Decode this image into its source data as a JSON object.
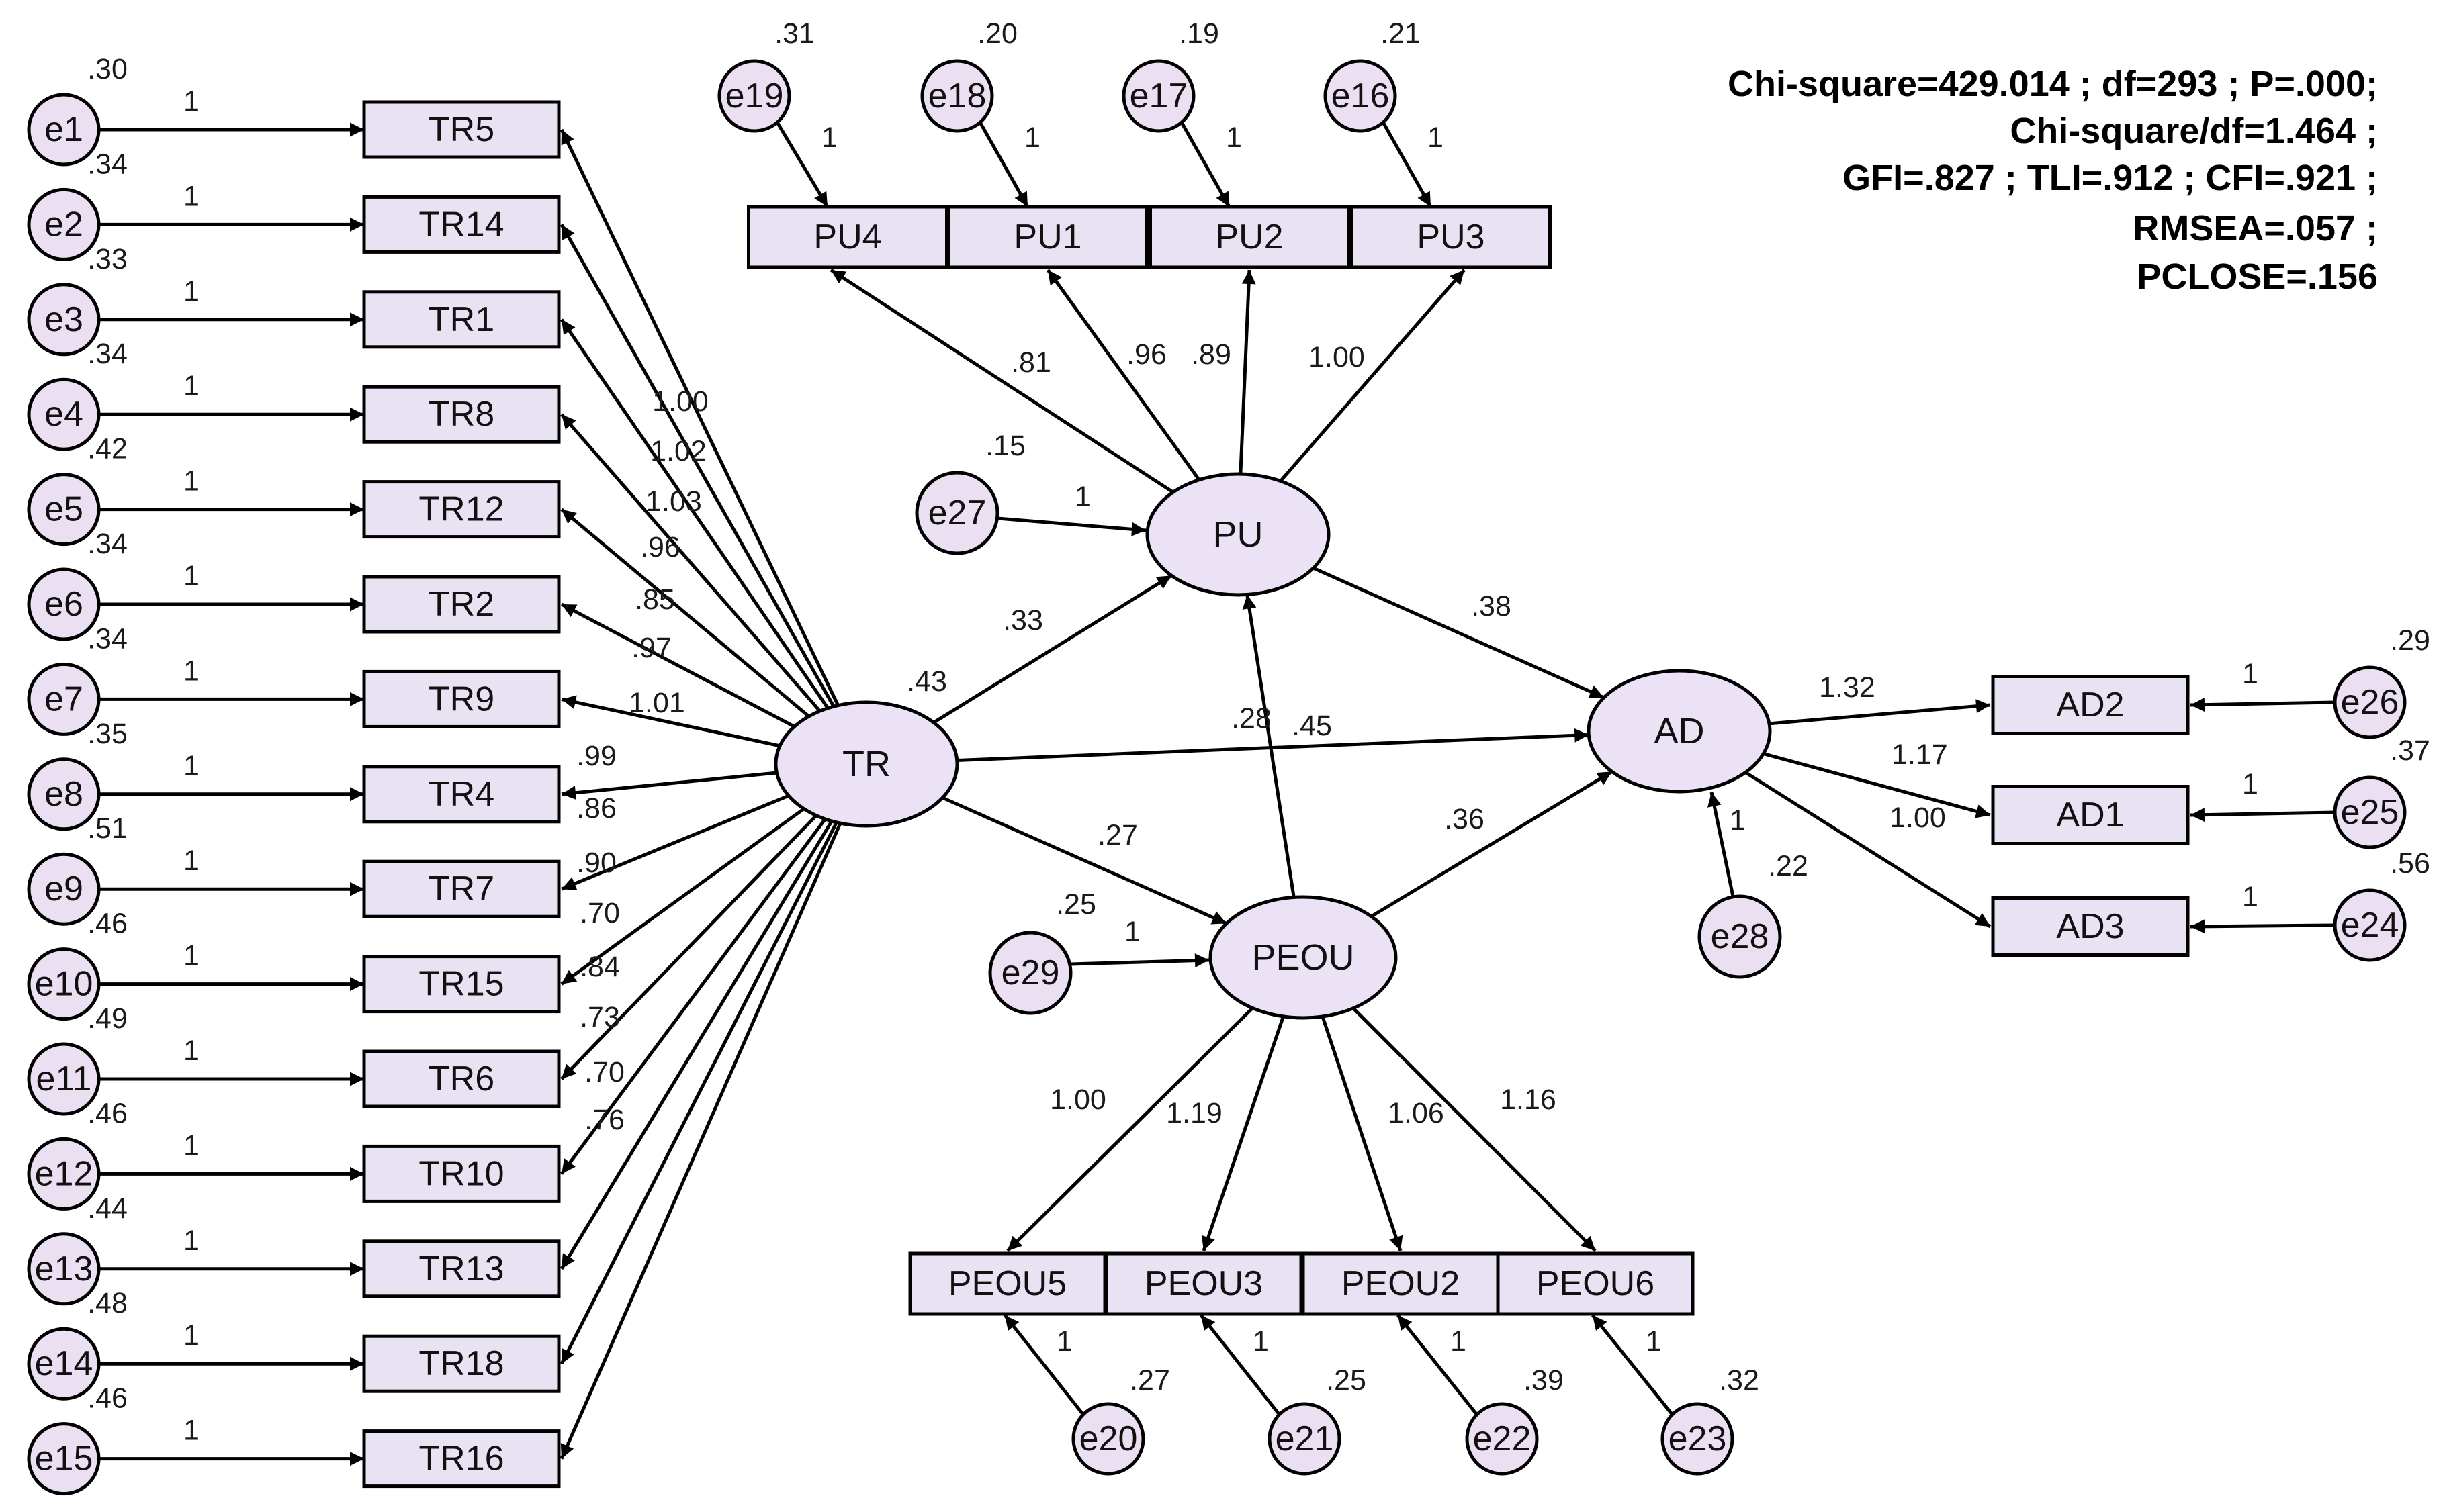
{
  "colors": {
    "ellipse_fill": "#ebe3f5",
    "error_fill": "#ebdff2",
    "box_fill": "#e8e2f2",
    "stroke": "#000000"
  },
  "fit_stats": [
    "Chi-square=429.014 ; df=293 ; P=.000;",
    "Chi-square/df=1.464 ;",
    "GFI=.827 ; TLI=.912 ; CFI=.921 ;",
    "RMSEA=.057 ;",
    "PCLOSE=.156"
  ],
  "latents": {
    "TR": {
      "label": "TR",
      "r2": ".43"
    },
    "PU": {
      "label": "PU",
      "r2": ""
    },
    "PEOU": {
      "label": "PEOU",
      "r2": ""
    },
    "AD": {
      "label": "AD",
      "r2": ""
    }
  },
  "tr_items": [
    {
      "label": "TR5",
      "error": "e1",
      "variance": ".30",
      "fixed": "1",
      "loading": "1.00"
    },
    {
      "label": "TR14",
      "error": "e2",
      "variance": ".34",
      "fixed": "1",
      "loading": "1.02"
    },
    {
      "label": "TR1",
      "error": "e3",
      "variance": ".33",
      "fixed": "1",
      "loading": "1.03"
    },
    {
      "label": "TR8",
      "error": "e4",
      "variance": ".34",
      "fixed": "1",
      "loading": ".96"
    },
    {
      "label": "TR12",
      "error": "e5",
      "variance": ".42",
      "fixed": "1",
      "loading": ".85"
    },
    {
      "label": "TR2",
      "error": "e6",
      "variance": ".34",
      "fixed": "1",
      "loading": ".97"
    },
    {
      "label": "TR9",
      "error": "e7",
      "variance": ".34",
      "fixed": "1",
      "loading": "1.01"
    },
    {
      "label": "TR4",
      "error": "e8",
      "variance": ".35",
      "fixed": "1",
      "loading": ".99"
    },
    {
      "label": "TR7",
      "error": "e9",
      "variance": ".51",
      "fixed": "1",
      "loading": ".86"
    },
    {
      "label": "TR15",
      "error": "e10",
      "variance": ".46",
      "fixed": "1",
      "loading": ".90"
    },
    {
      "label": "TR6",
      "error": "e11",
      "variance": ".49",
      "fixed": "1",
      "loading": ".70"
    },
    {
      "label": "TR10",
      "error": "e12",
      "variance": ".46",
      "fixed": "1",
      "loading": ".84"
    },
    {
      "label": "TR13",
      "error": "e13",
      "variance": ".44",
      "fixed": "1",
      "loading": ".73"
    },
    {
      "label": "TR18",
      "error": "e14",
      "variance": ".48",
      "fixed": "1",
      "loading": ".70"
    },
    {
      "label": "TR16",
      "error": "e15",
      "variance": ".46",
      "fixed": "1",
      "loading": ".76"
    }
  ],
  "pu_items": [
    {
      "label": "PU4",
      "error": "e19",
      "variance": ".31",
      "fixed": "1",
      "loading": ".81"
    },
    {
      "label": "PU1",
      "error": "e18",
      "variance": ".20",
      "fixed": "1",
      "loading": ".96"
    },
    {
      "label": "PU2",
      "error": "e17",
      "variance": ".19",
      "fixed": "1",
      "loading": ".89"
    },
    {
      "label": "PU3",
      "error": "e16",
      "variance": ".21",
      "fixed": "1",
      "loading": "1.00"
    }
  ],
  "peou_items": [
    {
      "label": "PEOU5",
      "error": "e20",
      "variance": ".27",
      "fixed": "1",
      "loading": "1.00"
    },
    {
      "label": "PEOU3",
      "error": "e21",
      "variance": ".25",
      "fixed": "1",
      "loading": "1.19"
    },
    {
      "label": "PEOU2",
      "error": "e22",
      "variance": ".39",
      "fixed": "1",
      "loading": "1.06"
    },
    {
      "label": "PEOU6",
      "error": "e23",
      "variance": ".32",
      "fixed": "1",
      "loading": "1.16"
    }
  ],
  "ad_items": [
    {
      "label": "AD2",
      "error": "e26",
      "variance": ".29",
      "fixed": "1",
      "loading": "1.32"
    },
    {
      "label": "AD1",
      "error": "e25",
      "variance": ".37",
      "fixed": "1",
      "loading": "1.17"
    },
    {
      "label": "AD3",
      "error": "e24",
      "variance": ".56",
      "fixed": "1",
      "loading": "1.00"
    }
  ],
  "disturbances": {
    "PU": {
      "error": "e27",
      "variance": ".15",
      "fixed": "1"
    },
    "PEOU": {
      "error": "e29",
      "variance": ".25",
      "fixed": "1"
    },
    "AD": {
      "error": "e28",
      "variance": ".22",
      "fixed": "1"
    }
  },
  "paths": {
    "TR_PU": ".33",
    "TR_PEOU": ".27",
    "TR_AD": ".45",
    "PEOU_PU": ".28",
    "PU_AD": ".38",
    "PEOU_AD": ".36"
  }
}
